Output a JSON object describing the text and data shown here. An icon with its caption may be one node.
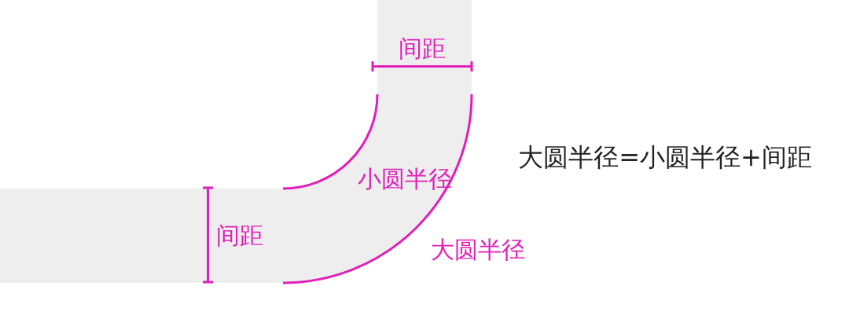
{
  "diagram": {
    "labels": [
      "间距",
      "大圆半径=小圆半径+间距",
      "小圆半径",
      "间距",
      "大圆半径"
    ]
  }
}
